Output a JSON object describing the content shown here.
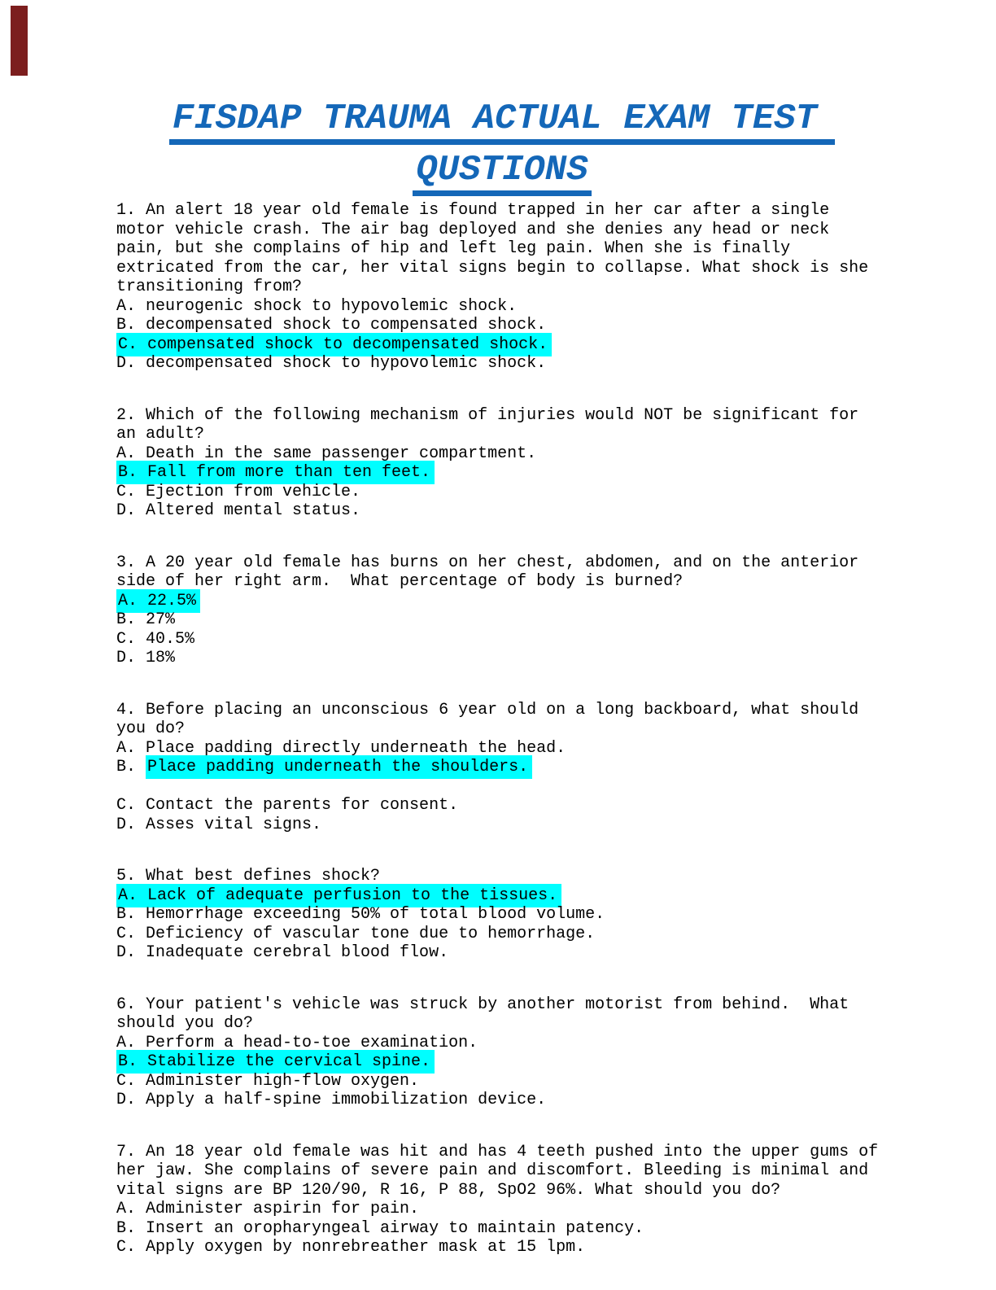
{
  "document": {
    "title_line1": "FISDAP TRAUMA ACTUAL EXAM TEST",
    "title_line2": "QUSTIONS",
    "title_color": "#1467b8",
    "highlight_color": "#00feff",
    "corner_marker_color": "#7c1e1e"
  },
  "questions": [
    {
      "lines": [
        "1. An alert 18 year old female is found trapped in her car after a single",
        "motor vehicle crash. The air bag deployed and she denies any head or neck",
        "pain, but she complains of hip and left leg pain. When she is finally",
        "extricated from the car, her vital signs begin to collapse. What shock is she",
        "transitioning from?"
      ],
      "options": [
        {
          "pre": "A. neurogenic shock to hypovolemic shock.",
          "mark": ""
        },
        {
          "pre": "B. decompensated shock to compensated shock.",
          "mark": ""
        },
        {
          "pre": "",
          "mark": "C. compensated shock to decompensated shock."
        },
        {
          "pre": "D. decompensated shock to hypovolemic shock.",
          "mark": ""
        }
      ]
    },
    {
      "lines": [
        "2. Which of the following mechanism of injuries would NOT be significant for",
        "an adult?"
      ],
      "options": [
        {
          "pre": "A. Death in the same passenger compartment.",
          "mark": ""
        },
        {
          "pre": "",
          "mark": "B. Fall from more than ten feet."
        },
        {
          "pre": "C. Ejection from vehicle.",
          "mark": ""
        },
        {
          "pre": "D. Altered mental status.",
          "mark": ""
        }
      ]
    },
    {
      "lines": [
        "3. A 20 year old female has burns on her chest, abdomen, and on the anterior",
        "side of her right arm.  What percentage of body is burned?"
      ],
      "options": [
        {
          "pre": "",
          "mark": "A. 22.5%"
        },
        {
          "pre": "B. 27%",
          "mark": ""
        },
        {
          "pre": "C. 40.5%",
          "mark": ""
        },
        {
          "pre": "D. 18%",
          "mark": ""
        }
      ]
    },
    {
      "lines": [
        "4. Before placing an unconscious 6 year old on a long backboard, what should",
        "you do?"
      ],
      "options": [
        {
          "pre": "A. Place padding directly underneath the head.",
          "mark": ""
        },
        {
          "pre": "B. ",
          "mark": "Place padding underneath the shoulders."
        },
        {
          "pre": "",
          "mark": ""
        },
        {
          "pre": "C. Contact the parents for consent.",
          "mark": ""
        },
        {
          "pre": "D. Asses vital signs.",
          "mark": ""
        }
      ]
    },
    {
      "lines": [
        "5. What best defines shock?"
      ],
      "options": [
        {
          "pre": "",
          "mark": "A. Lack of adequate perfusion to the tissues."
        },
        {
          "pre": "B. Hemorrhage exceeding 50% of total blood volume.",
          "mark": ""
        },
        {
          "pre": "C. Deficiency of vascular tone due to hemorrhage.",
          "mark": ""
        },
        {
          "pre": "D. Inadequate cerebral blood flow.",
          "mark": ""
        }
      ]
    },
    {
      "lines": [
        "6. Your patient's vehicle was struck by another motorist from behind.  What",
        "should you do?"
      ],
      "options": [
        {
          "pre": "A. Perform a head-to-toe examination.",
          "mark": ""
        },
        {
          "pre": "",
          "mark": "B. Stabilize the cervical spine."
        },
        {
          "pre": "C. Administer high-flow oxygen.",
          "mark": ""
        },
        {
          "pre": "D. Apply a half-spine immobilization device.",
          "mark": ""
        }
      ]
    },
    {
      "lines": [
        "7. An 18 year old female was hit and has 4 teeth pushed into the upper gums of",
        "her jaw. She complains of severe pain and discomfort. Bleeding is minimal and",
        "vital signs are BP 120/90, R 16, P 88, SpO2 96%. What should you do?"
      ],
      "options": [
        {
          "pre": "A. Administer aspirin for pain.",
          "mark": ""
        },
        {
          "pre": "B. Insert an oropharyngeal airway to maintain patency.",
          "mark": ""
        },
        {
          "pre": "C. Apply oxygen by nonrebreather mask at 15 lpm.",
          "mark": ""
        }
      ]
    }
  ]
}
